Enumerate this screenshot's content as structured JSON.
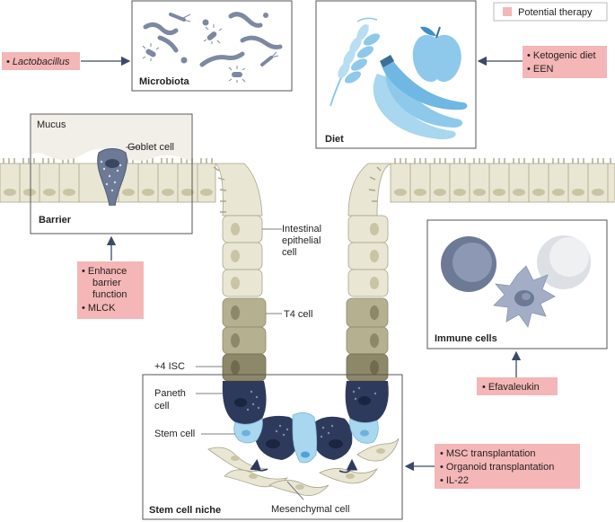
{
  "legend": {
    "label": "Potential therapy",
    "color": "#f4b6b6"
  },
  "colors": {
    "therapy": "#f4b6b6",
    "cell_light": "#e9e6d4",
    "cell_olive": "#b5b08f",
    "cell_dark": "#8d8867",
    "paneth": "#2e3a5c",
    "stem": "#a9d7ef",
    "goblet": "#6d7a96",
    "microbe": "#7d88a3",
    "diet_blue": "#8ec9ec"
  },
  "panels": {
    "microbiota": "Microbiota",
    "diet": "Diet",
    "barrier": "Barrier",
    "immune": "Immune cells",
    "niche": "Stem cell niche"
  },
  "labels": {
    "mucus": "Mucus",
    "goblet": "Goblet cell",
    "iec_1": "Intestinal",
    "iec_2": "epithelial",
    "iec_3": "cell",
    "t4": "T4 cell",
    "isc4": "+4 ISC",
    "paneth_1": "Paneth",
    "paneth_2": "cell",
    "stem": "Stem cell",
    "mesenchymal": "Mesenchymal cell"
  },
  "therapies": {
    "lactobacillus": "Lactobacillus",
    "diet": [
      "Ketogenic diet",
      "EEN"
    ],
    "barrier": [
      "Enhance",
      "barrier",
      "function",
      "MLCK"
    ],
    "immune": [
      "Efavaleukin"
    ],
    "niche": [
      "MSC transplantation",
      "Organoid transplantation",
      "IL-22"
    ]
  }
}
